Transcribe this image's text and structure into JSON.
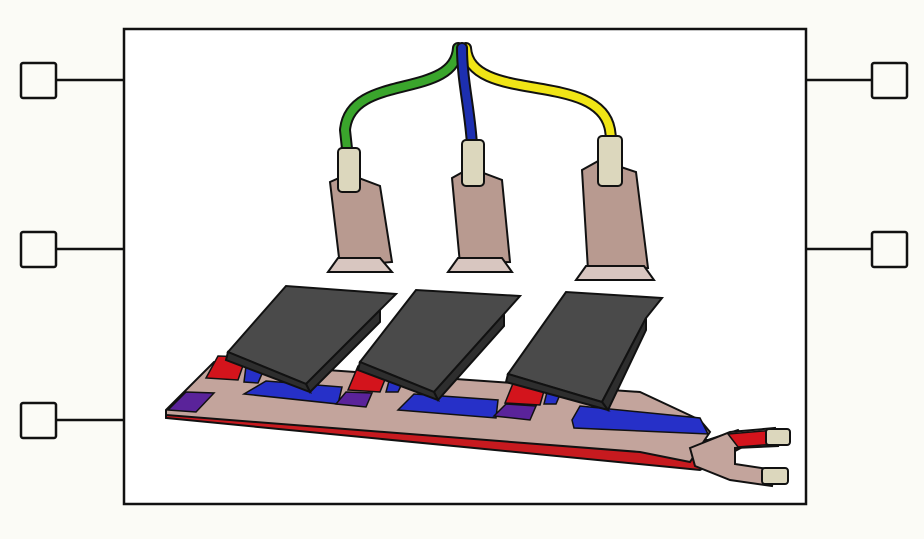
{
  "diagram": {
    "background": "#fbfbf6",
    "frame_color": "#111111",
    "terminals": {
      "left_count": 3,
      "right_count": 2
    },
    "wires": [
      {
        "name": "green",
        "color": "#3aa52c"
      },
      {
        "name": "blue",
        "color": "#1d2fb0"
      },
      {
        "name": "yellow",
        "color": "#f0e516"
      }
    ],
    "modules": {
      "count": 3,
      "body_color": "#4a4a4a",
      "clip_color": "#b89a90",
      "ferrule_color": "#dcd7bd"
    },
    "busbar": {
      "base_color": "#c3a49c",
      "positive_color": "#d3141c",
      "negative_color": "#2630c8",
      "mixed_color": "#5a239a"
    }
  }
}
